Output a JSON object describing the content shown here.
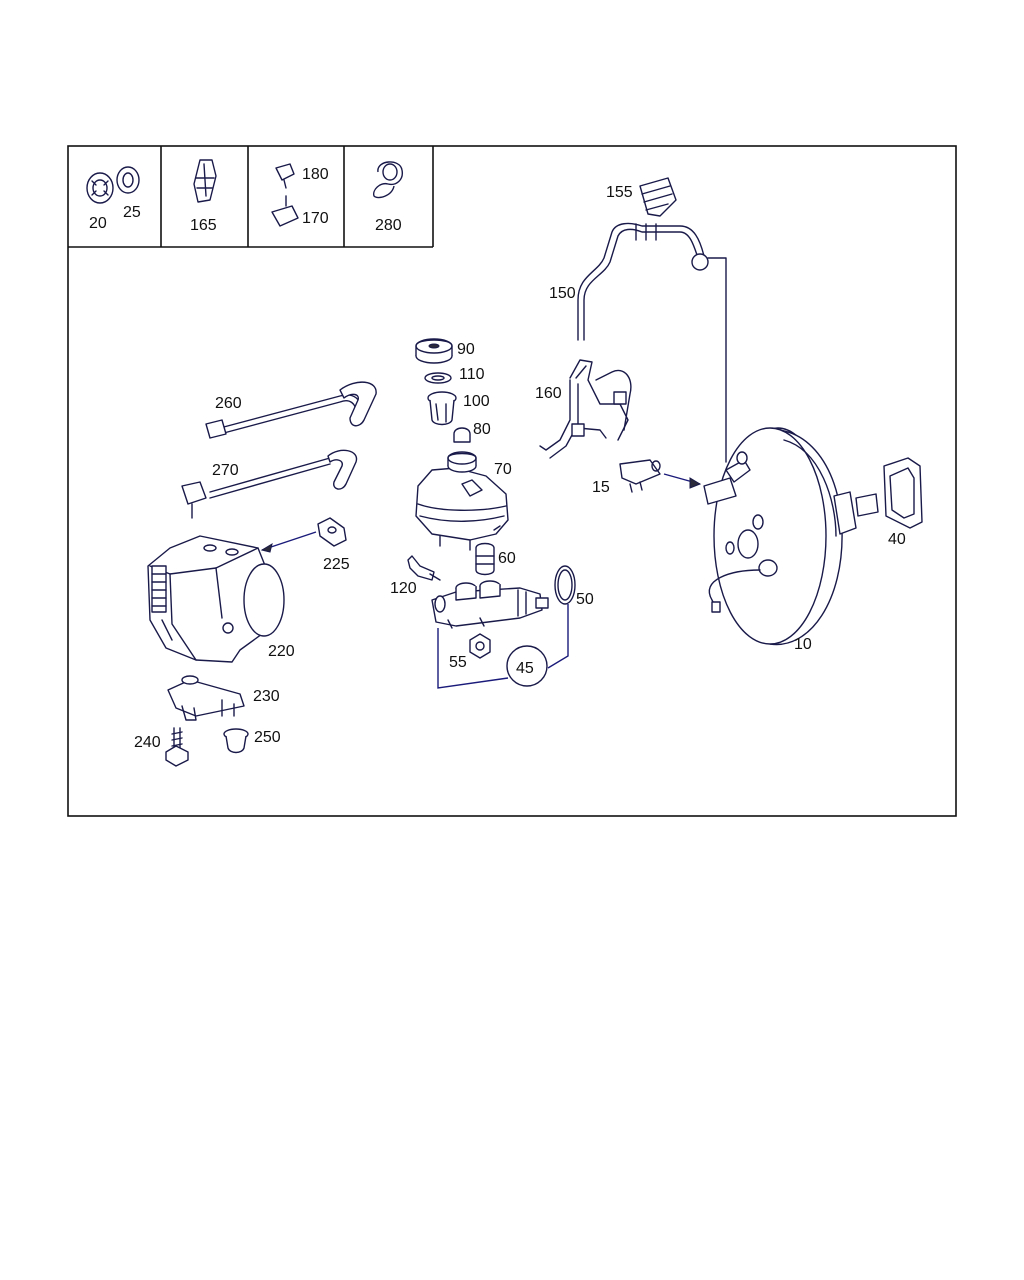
{
  "diagram": {
    "title": "",
    "callouts": {
      "p10": "10",
      "p15": "15",
      "p20": "20",
      "p25": "25",
      "p40": "40",
      "p45": "45",
      "p50": "50",
      "p55": "55",
      "p60": "60",
      "p70": "70",
      "p80": "80",
      "p90": "90",
      "p100": "100",
      "p110": "110",
      "p120": "120",
      "p150": "150",
      "p155": "155",
      "p160": "160",
      "p165": "165",
      "p170": "170",
      "p180": "180",
      "p220": "220",
      "p225": "225",
      "p230": "230",
      "p240": "240",
      "p250": "250",
      "p260": "260",
      "p270": "270",
      "p280": "280"
    },
    "colors": {
      "line": "#1a1a4a",
      "leader": "#1a1a7a",
      "frame": "#111111"
    }
  }
}
